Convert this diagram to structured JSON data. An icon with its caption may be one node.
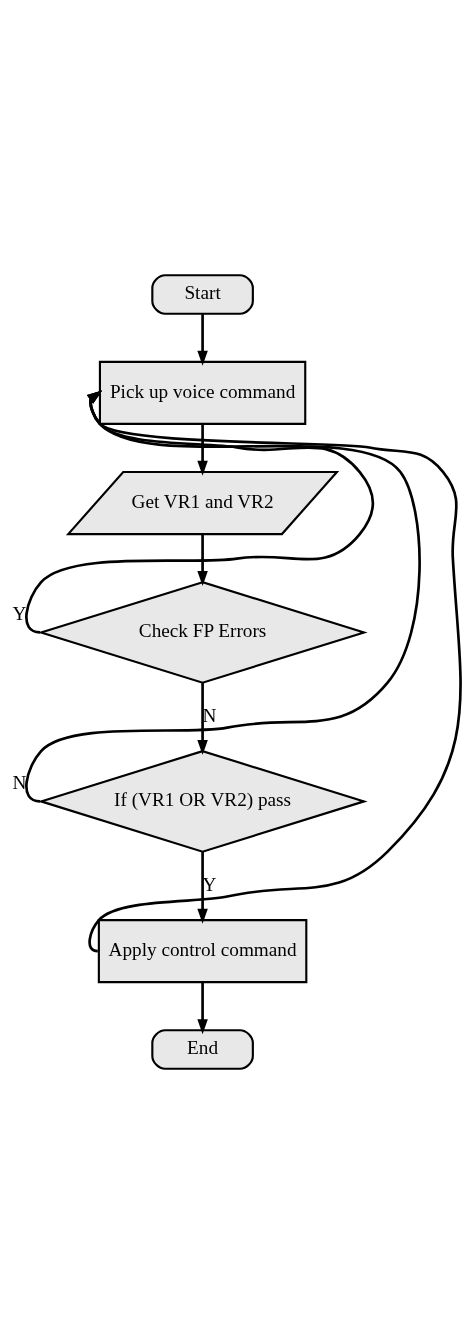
{
  "diagram": {
    "nodes": [
      {
        "text": [
          "Start"
        ]
      },
      {
        "text": [
          "Pick up voice command"
        ]
      },
      {
        "text": [
          "Get VR1 and VR2"
        ]
      },
      {
        "text": [
          "Check FP Errors"
        ]
      },
      {
        "text": [
          "If (VR1 OR VR2) pass"
        ]
      },
      {
        "text": [
          "Apply control command"
        ]
      },
      {
        "text": [
          "End"
        ]
      }
    ],
    "edges": [
      {
        "from": 0,
        "to": 1,
        "arrow": "to"
      },
      {
        "from": 1,
        "to": 2,
        "arrow": "to"
      },
      {
        "from": 2,
        "to": 3,
        "arrow": "to"
      },
      {
        "from": 3,
        "to": 1,
        "arrow": "to",
        "label": "Y"
      },
      {
        "from": 3,
        "to": 4,
        "arrow": "to",
        "label": "N"
      },
      {
        "from": 4,
        "to": 1,
        "arrow": "to",
        "label": "N"
      },
      {
        "from": 4,
        "to": 5,
        "arrow": "to",
        "label": "Y"
      },
      {
        "from": 5,
        "to": 6,
        "arrow": "to"
      },
      {
        "from": 5,
        "to": 1,
        "arrow": "to"
      }
    ]
  }
}
